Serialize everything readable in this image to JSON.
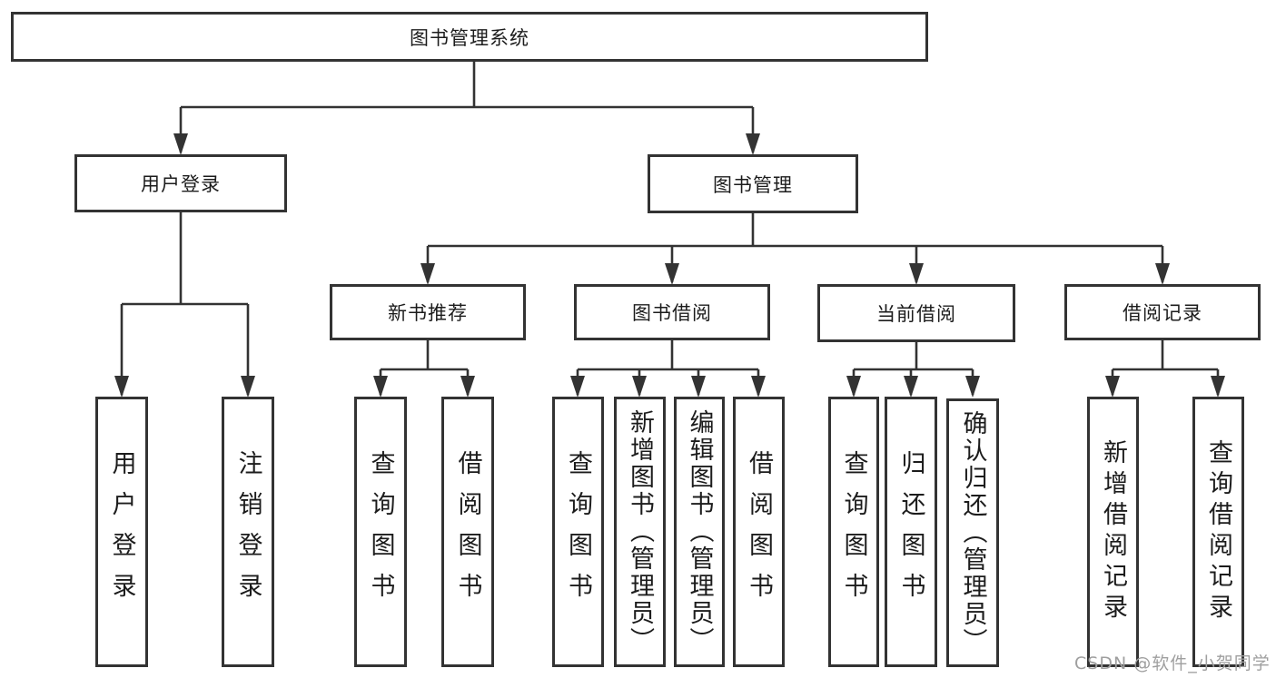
{
  "diagram": {
    "root": {
      "id": "library-management-system",
      "label": "图书管理系统"
    },
    "nodes": [
      {
        "id": "user-login",
        "label": "用户登录",
        "children": [
          {
            "id": "leaf-user-login",
            "label": "用户登录"
          },
          {
            "id": "leaf-logout",
            "label": "注销登录"
          }
        ]
      },
      {
        "id": "book-management",
        "label": "图书管理",
        "children": [
          {
            "id": "new-book-recommendation",
            "label": "新书推荐",
            "children": [
              {
                "id": "leaf-query-books-a",
                "label": "查询图书"
              },
              {
                "id": "leaf-borrow-books-a",
                "label": "借阅图书"
              }
            ]
          },
          {
            "id": "book-borrowing",
            "label": "图书借阅",
            "children": [
              {
                "id": "leaf-query-books-b",
                "label": "查询图书"
              },
              {
                "id": "leaf-add-book-admin",
                "label": "新增图书（管理员）"
              },
              {
                "id": "leaf-edit-book-admin",
                "label": "编辑图书（管理员）"
              },
              {
                "id": "leaf-borrow-books-b",
                "label": "借阅图书"
              }
            ]
          },
          {
            "id": "current-borrowing",
            "label": "当前借阅",
            "children": [
              {
                "id": "leaf-query-books-c",
                "label": "查询图书"
              },
              {
                "id": "leaf-return-book",
                "label": "归还图书"
              },
              {
                "id": "leaf-confirm-return-admin",
                "label": "确认归还（管理员）"
              }
            ]
          },
          {
            "id": "borrowing-records",
            "label": "借阅记录",
            "children": [
              {
                "id": "leaf-add-borrow-record",
                "label": "新增借阅记录"
              },
              {
                "id": "leaf-query-borrow-record",
                "label": "查询借阅记录"
              }
            ]
          }
        ]
      }
    ]
  },
  "watermark": {
    "text": "CSDN @软件_小贺同学"
  },
  "colors": {
    "line": "#333333",
    "box_border": "#333333",
    "text": "#1c1c1c",
    "watermark": "#9f9f9f",
    "background": "#ffffff"
  }
}
